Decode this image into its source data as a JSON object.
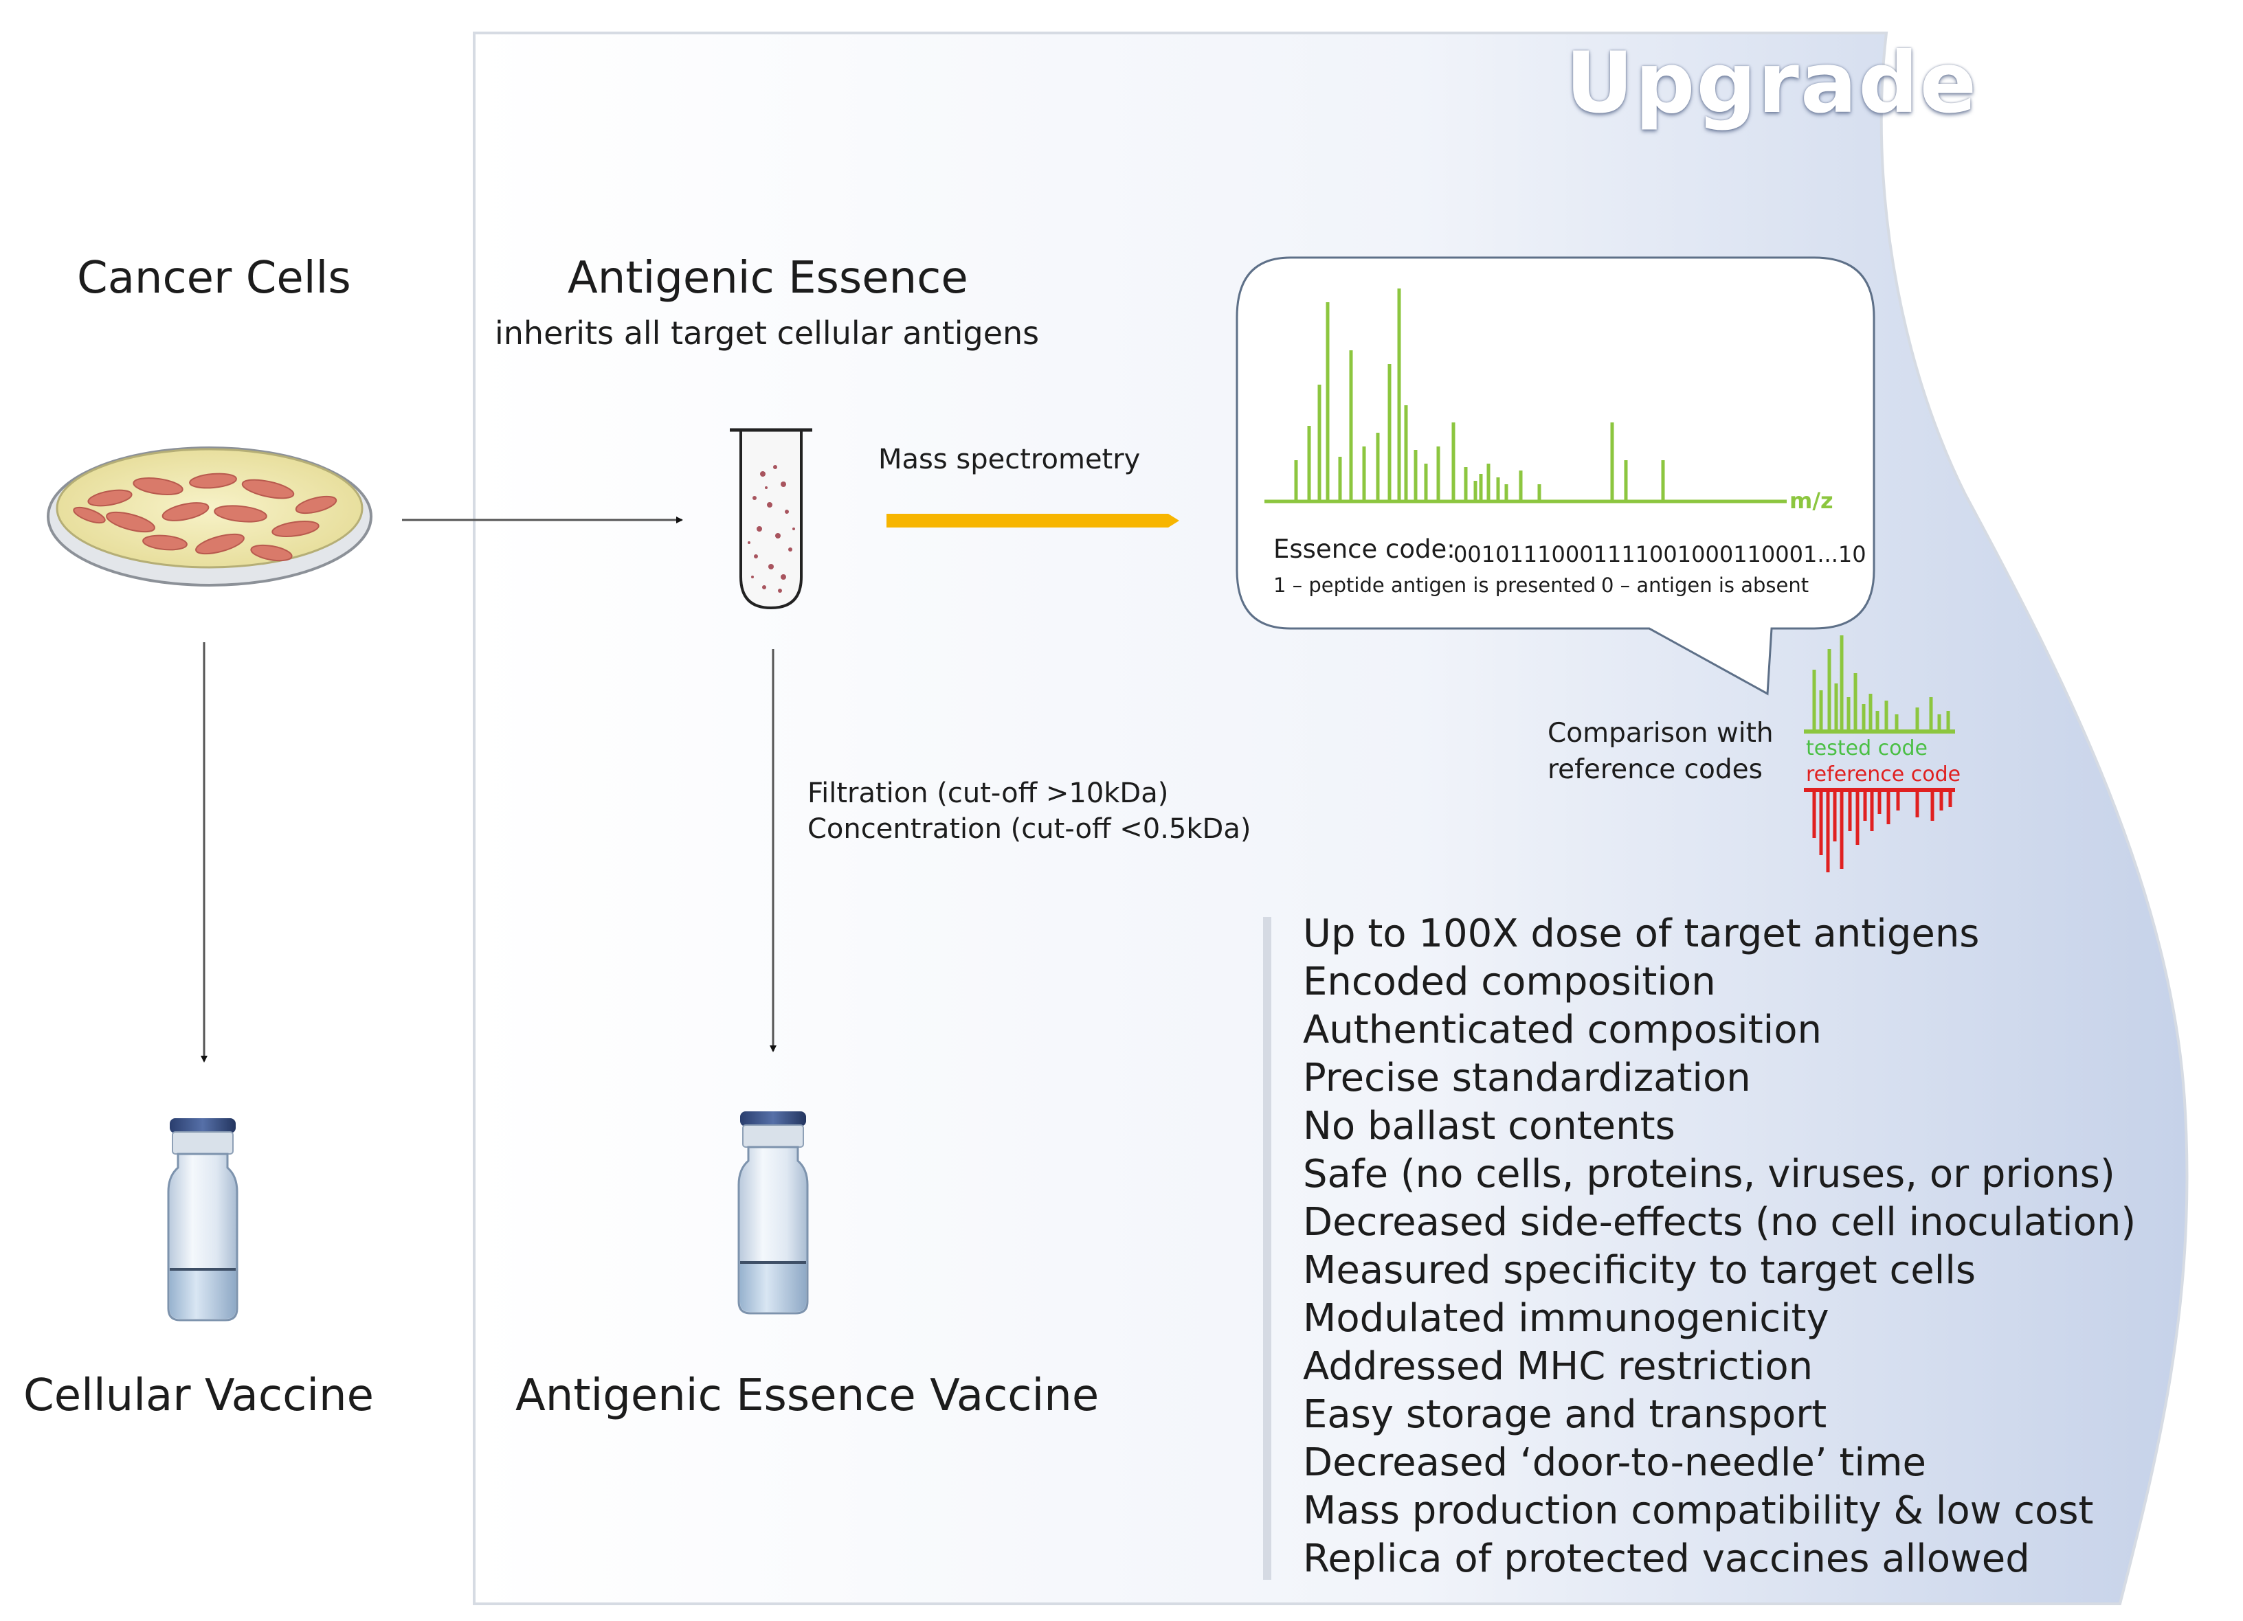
{
  "upgrade_label": "Upgrade",
  "left": {
    "title": "Cancer Cells",
    "vaccine_label": "Cellular Vaccine"
  },
  "middle": {
    "title": "Antigenic Essence",
    "subtitle": "inherits all target cellular antigens",
    "filtration": "Filtration  (cut-off >10kDa)",
    "concentration": "Concentration  (cut-off <0.5kDa)",
    "vaccine_label": "Antigenic Essence Vaccine"
  },
  "mass_spec": {
    "label": "Mass spectrometry",
    "axis_label": "m/z",
    "essence_code_label": "Essence code:",
    "essence_code_value": "00101110001111001000110001...10",
    "legend_one": "1 – peptide antigen is presented",
    "legend_zero": "0 – antigen is absent"
  },
  "comparison": {
    "line1": "Comparison with",
    "line2": "reference codes",
    "tested_code": "tested code",
    "reference_code": "reference code"
  },
  "benefits": [
    "Up to 100X dose of target antigens",
    "Encoded composition",
    "Authenticated composition",
    "Precise standardization",
    "No ballast contents",
    "Safe (no cells, proteins, viruses, or prions)",
    "Decreased side-effects (no cell inoculation)",
    "Measured specificity to target cells",
    "Modulated immunogenicity",
    "Addressed MHC restriction",
    "Easy storage  and transport",
    "Decreased ‘door-to-needle’ time",
    "Mass production compatibility & low cost",
    "Replica of protected vaccines allowed"
  ],
  "colors": {
    "spectrum_green": "#8cc63f",
    "reference_red": "#e02020",
    "arrow_yellow": "#f7b500",
    "upgrade_gradient_end": "#c9d4ea"
  }
}
